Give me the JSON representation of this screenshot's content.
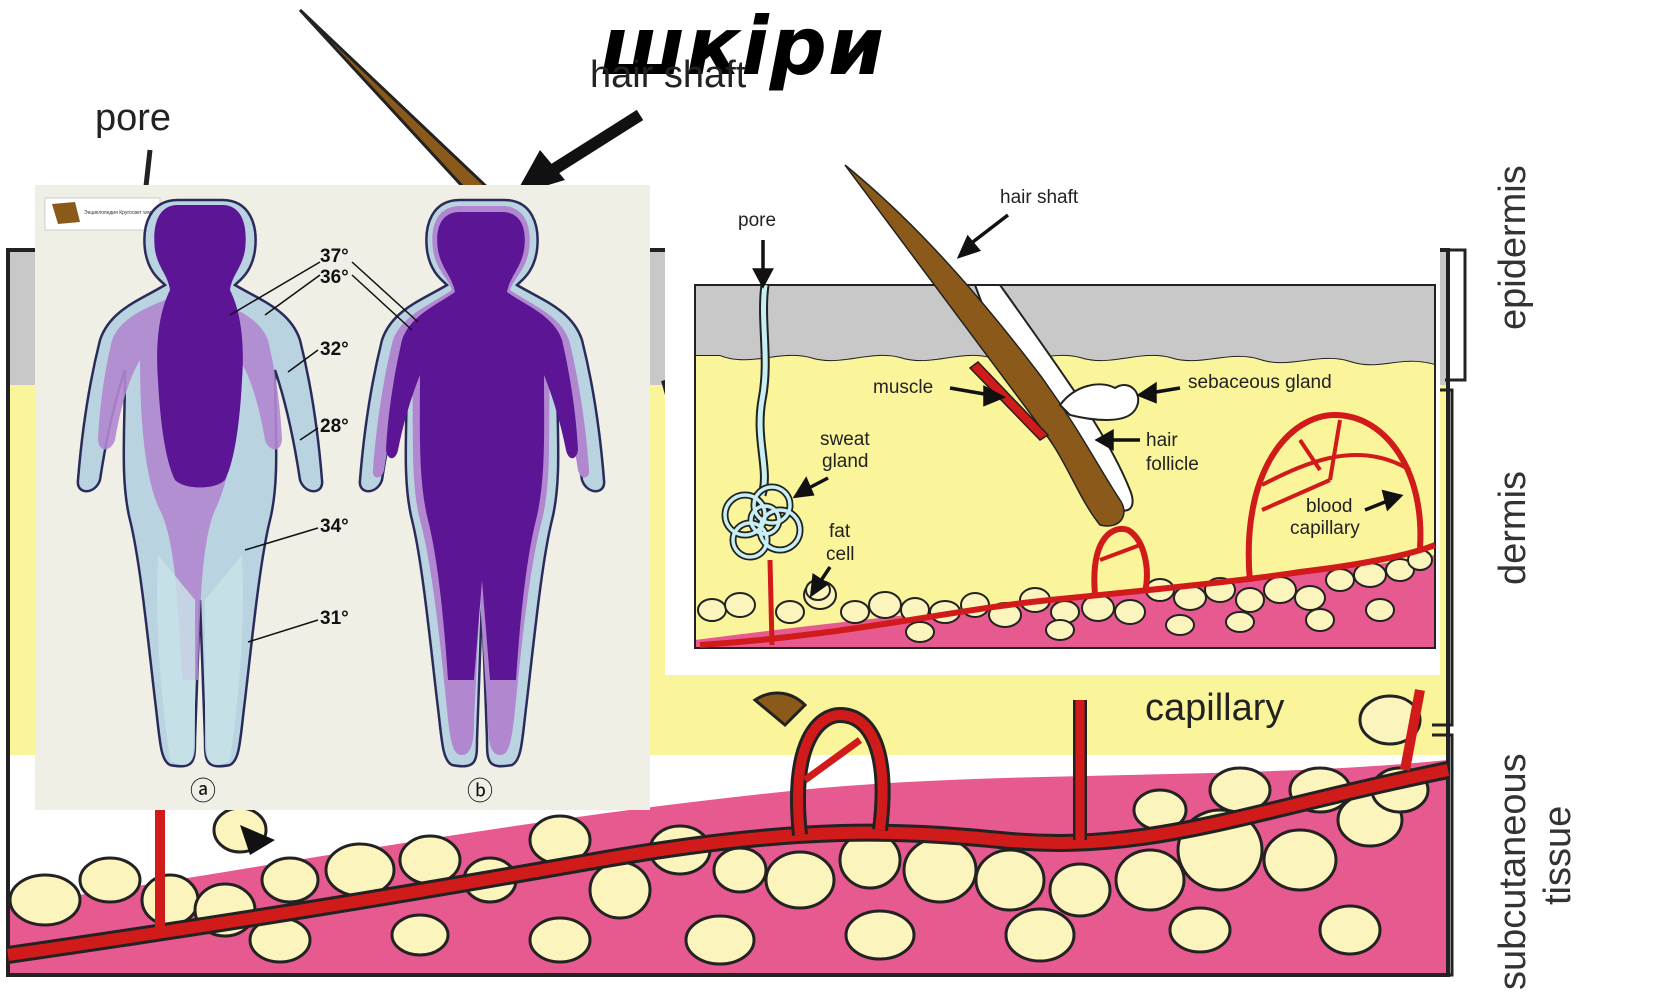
{
  "title": "шкіри",
  "background_diagram": {
    "labels": {
      "pore": "pore",
      "hair_shaft": "hair shaft",
      "capillary": "capillary"
    },
    "layers": {
      "epidermis": "epidermis",
      "dermis": "dermis",
      "subcutaneous_1": "subcutaneous",
      "subcutaneous_2": "tissue"
    }
  },
  "body_temperature_panel": {
    "logo_text": "Энциклопедия Кругосвет www.krugosvet.ru",
    "temperatures": [
      "37°",
      "36°",
      "32°",
      "28°",
      "34°",
      "31°"
    ],
    "figure_labels": [
      "ⓐ",
      "ⓑ"
    ]
  },
  "skin_inset": {
    "labels": {
      "pore": "pore",
      "hair_shaft": "hair shaft",
      "muscle": "muscle",
      "sebaceous_gland": "sebaceous gland",
      "sweat_gland_1": "sweat",
      "sweat_gland_2": "gland",
      "hair_follicle_1": "hair",
      "hair_follicle_2": "follicle",
      "fat_cell_1": "fat",
      "fat_cell_2": "cell",
      "blood_capillary_1": "blood",
      "blood_capillary_2": "capillary"
    }
  },
  "colors": {
    "epidermis": "#c8c8c8",
    "dermis": "#faf49a",
    "subcutaneous": "#e65a8f",
    "vessel": "#d11a1a",
    "fat_cell": "#fbf4bd",
    "hair": "#8b5a1a",
    "core_temp": "#5b1595",
    "mid_temp": "#b187cf",
    "outer_temp": "#b9d3e0",
    "panel_bg": "#efefe6"
  }
}
